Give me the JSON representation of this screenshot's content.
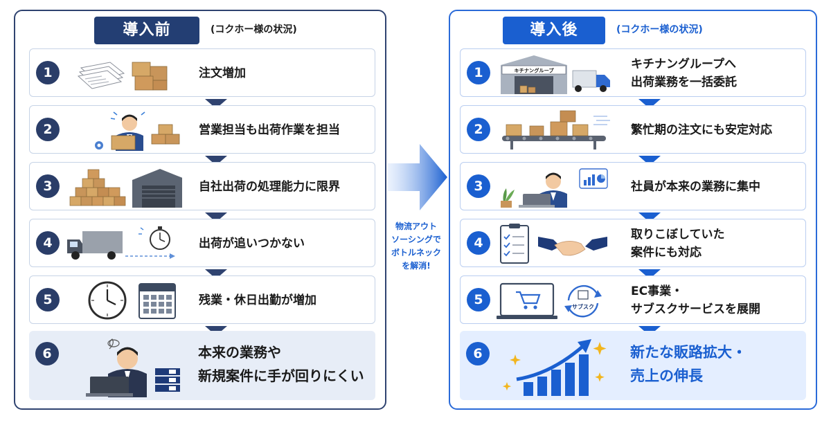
{
  "before": {
    "title": "導入前",
    "subtitle": "(コクホー様の状況)",
    "items": [
      {
        "num": "1",
        "text": "注文増加"
      },
      {
        "num": "2",
        "text": "営業担当も出荷作業を担当"
      },
      {
        "num": "3",
        "text": "自社出荷の処理能力に限界"
      },
      {
        "num": "4",
        "text": "出荷が追いつかない"
      },
      {
        "num": "5",
        "text": "残業・休日出勤が増加"
      },
      {
        "num": "6",
        "line1": "本来の業務や",
        "line2": "新規案件に手が回りにくい"
      }
    ]
  },
  "after": {
    "title": "導入後",
    "subtitle": "(コクホー様の状況)",
    "items": [
      {
        "num": "1",
        "line1": "キチナングループへ",
        "line2": "出荷業務を一括委託",
        "sign": "キチナングループ"
      },
      {
        "num": "2",
        "text": "繁忙期の注文にも安定対応"
      },
      {
        "num": "3",
        "text": "社員が本来の業務に集中"
      },
      {
        "num": "4",
        "line1": "取りこぼしていた",
        "line2": "案件にも対応"
      },
      {
        "num": "5",
        "line1": "EC事業・",
        "line2": "サブスクサービスを展開",
        "badge": "サブスク"
      },
      {
        "num": "6",
        "line1": "新たな販路拡大・",
        "line2": "売上の伸長"
      }
    ]
  },
  "middle": {
    "line1": "物流アウト",
    "line2": "ソーシングで",
    "line3": "ボトルネック",
    "line4": "を解消!"
  },
  "colors": {
    "before_accent": "#233e73",
    "after_accent": "#1a5fd0"
  }
}
